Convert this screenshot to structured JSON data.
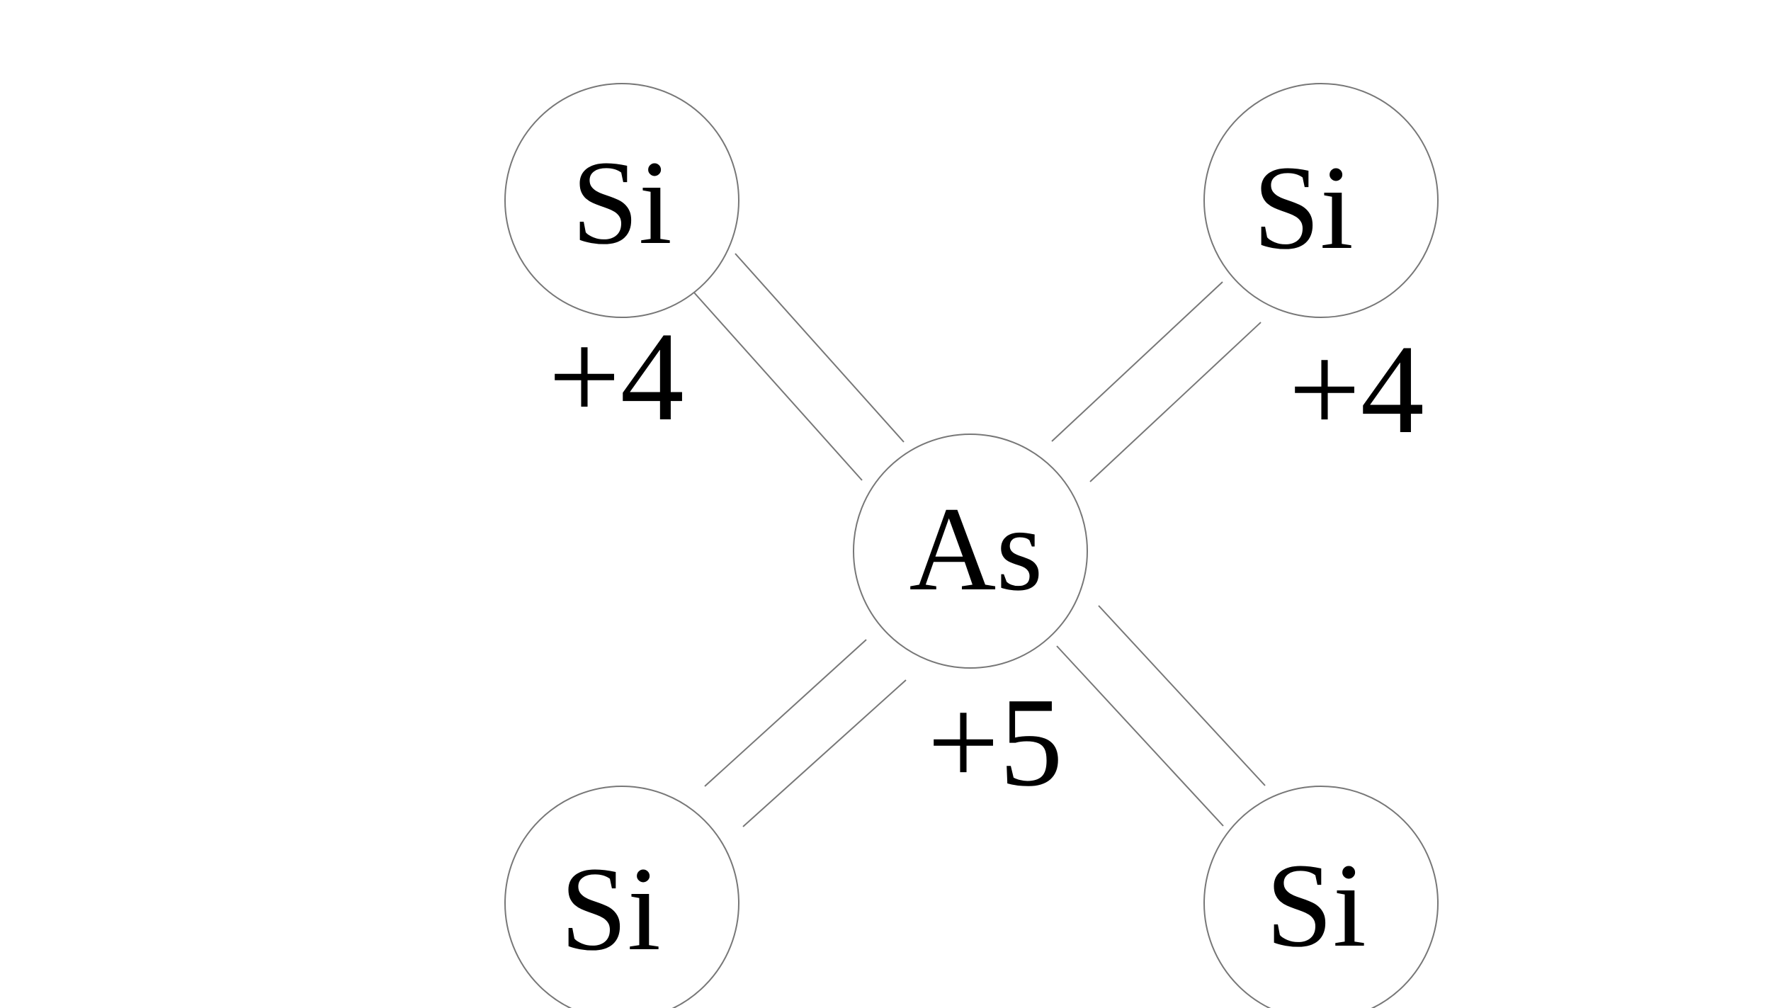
{
  "diagram": {
    "center_atom": {
      "symbol": "As",
      "charge": "+5"
    },
    "neighbor_atoms": [
      {
        "symbol": "Si",
        "charge": "+4"
      },
      {
        "symbol": "Si",
        "charge": "+4"
      },
      {
        "symbol": "Si",
        "charge": ""
      },
      {
        "symbol": "Si",
        "charge": ""
      }
    ],
    "colors": {
      "outline": "#777777",
      "text": "#000000",
      "background": "#ffffff"
    }
  }
}
